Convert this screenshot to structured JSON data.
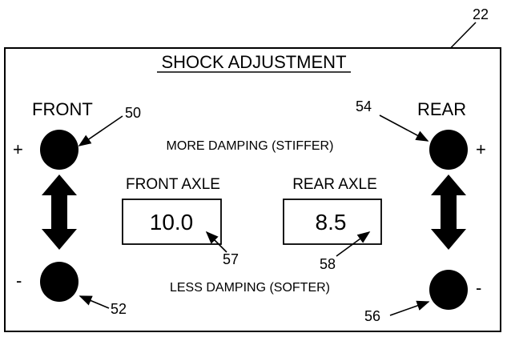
{
  "figure_ref": "22",
  "panel": {
    "title": "SHOCK ADJUSTMENT"
  },
  "labels": {
    "front": "FRONT",
    "rear": "REAR",
    "more_damping": "MORE DAMPING (STIFFER)",
    "less_damping": "LESS DAMPING (SOFTER)",
    "plus_sign": "+",
    "minus_sign": "-"
  },
  "front_axle": {
    "label": "FRONT AXLE",
    "value": "10.0",
    "ref": "57"
  },
  "rear_axle": {
    "label": "REAR AXLE",
    "value": "8.5",
    "ref": "58"
  },
  "buttons": {
    "front_increase_ref": "50",
    "front_decrease_ref": "52",
    "rear_increase_ref": "54",
    "rear_decrease_ref": "56"
  }
}
